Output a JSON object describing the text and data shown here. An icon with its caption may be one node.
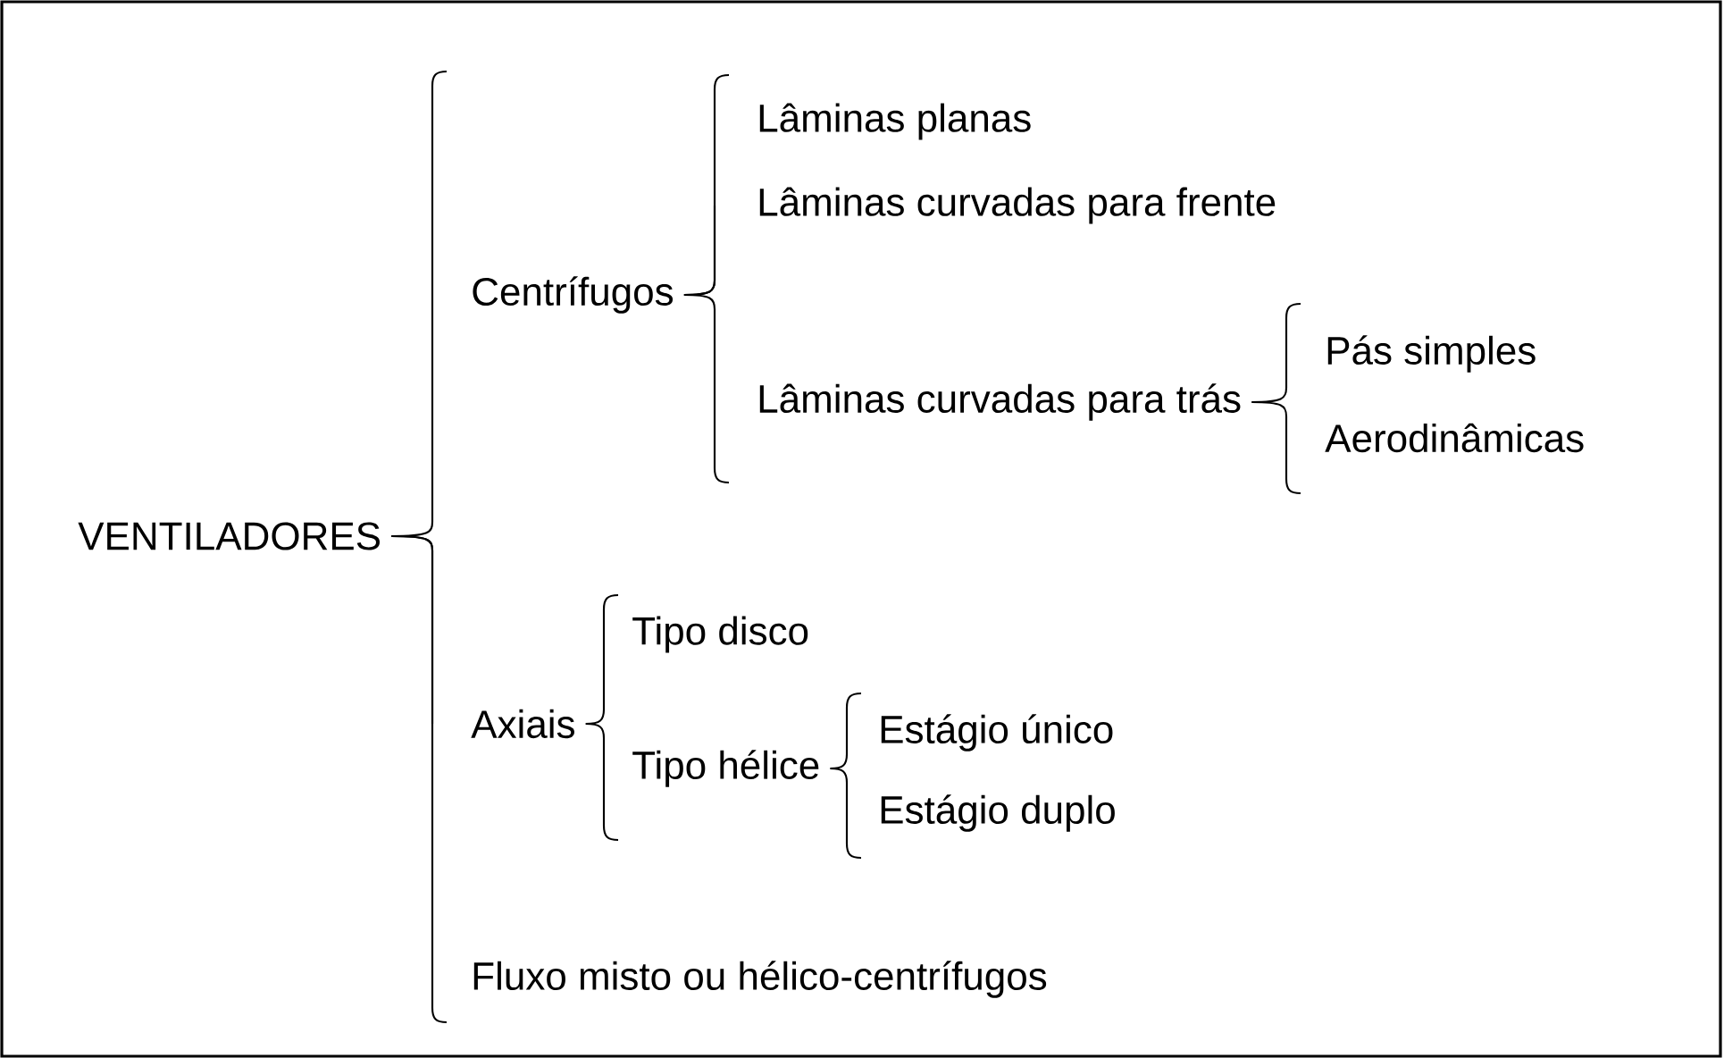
{
  "diagram": {
    "nodes": [
      {
        "text": [
          "VENTILADORES"
        ]
      },
      {
        "text": [
          "Centrífugos"
        ]
      },
      {
        "text": [
          "Axiais"
        ]
      },
      {
        "text": [
          "Fluxo misto ou hélico-centrífugos"
        ]
      },
      {
        "text": [
          "Lâminas planas"
        ]
      },
      {
        "text": [
          "Lâminas curvadas para frente"
        ]
      },
      {
        "text": [
          "Lâminas curvadas para trás"
        ]
      },
      {
        "text": [
          "Pás simples"
        ]
      },
      {
        "text": [
          "Aerodinâmicas"
        ]
      },
      {
        "text": [
          "Tipo disco"
        ]
      },
      {
        "text": [
          "Tipo hélice"
        ]
      },
      {
        "text": [
          "Estágio único"
        ]
      },
      {
        "text": [
          "Estágio duplo"
        ]
      }
    ],
    "edges": [
      {
        "from": 0,
        "to": 1,
        "arrow": "none"
      },
      {
        "from": 0,
        "to": 2,
        "arrow": "none"
      },
      {
        "from": 0,
        "to": 3,
        "arrow": "none"
      },
      {
        "from": 1,
        "to": 4,
        "arrow": "none"
      },
      {
        "from": 1,
        "to": 5,
        "arrow": "none"
      },
      {
        "from": 1,
        "to": 6,
        "arrow": "none"
      },
      {
        "from": 6,
        "to": 7,
        "arrow": "none"
      },
      {
        "from": 6,
        "to": 8,
        "arrow": "none"
      },
      {
        "from": 2,
        "to": 9,
        "arrow": "none"
      },
      {
        "from": 2,
        "to": 10,
        "arrow": "none"
      },
      {
        "from": 10,
        "to": 11,
        "arrow": "none"
      },
      {
        "from": 10,
        "to": 12,
        "arrow": "none"
      }
    ]
  }
}
